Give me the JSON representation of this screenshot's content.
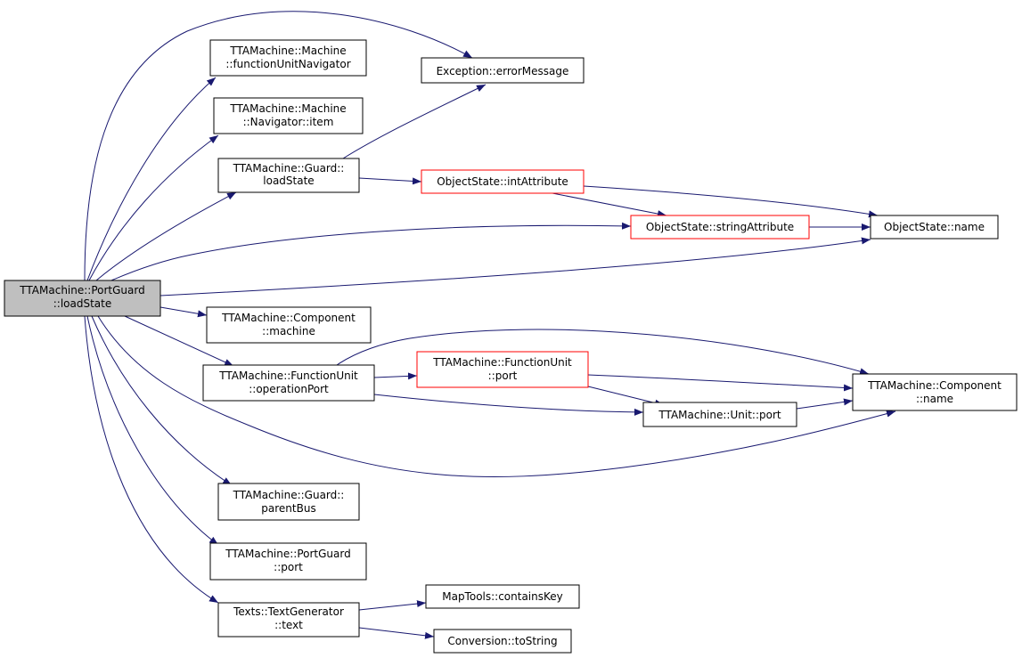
{
  "colors": {
    "edge": "#191970",
    "node_border": "#000000",
    "node_border_incomplete": "#ff0000",
    "root_fill": "#bfbfbf",
    "node_fill": "#ffffff"
  },
  "nodes": {
    "root": {
      "lines": [
        "TTAMachine::PortGuard",
        "::loadState"
      ]
    },
    "fu_navigator": {
      "lines": [
        "TTAMachine::Machine",
        "::functionUnitNavigator"
      ]
    },
    "navigator_item": {
      "lines": [
        "TTAMachine::Machine",
        "::Navigator::item"
      ]
    },
    "guard_loadstate": {
      "lines": [
        "TTAMachine::Guard::",
        "loadState"
      ]
    },
    "exception_errormessage": {
      "lines": [
        "Exception::errorMessage"
      ]
    },
    "objectstate_intattribute": {
      "lines": [
        "ObjectState::intAttribute"
      ]
    },
    "objectstate_stringattribute": {
      "lines": [
        "ObjectState::stringAttribute"
      ]
    },
    "objectstate_name": {
      "lines": [
        "ObjectState::name"
      ]
    },
    "component_machine": {
      "lines": [
        "TTAMachine::Component",
        "::machine"
      ]
    },
    "functionunit_operationport": {
      "lines": [
        "TTAMachine::FunctionUnit",
        "::operationPort"
      ]
    },
    "functionunit_port": {
      "lines": [
        "TTAMachine::FunctionUnit",
        "::port"
      ]
    },
    "unit_port": {
      "lines": [
        "TTAMachine::Unit::port"
      ]
    },
    "component_name": {
      "lines": [
        "TTAMachine::Component",
        "::name"
      ]
    },
    "guard_parentbus": {
      "lines": [
        "TTAMachine::Guard::",
        "parentBus"
      ]
    },
    "portguard_port": {
      "lines": [
        "TTAMachine::PortGuard",
        "::port"
      ]
    },
    "textgenerator_text": {
      "lines": [
        "Texts::TextGenerator",
        "::text"
      ]
    },
    "maptools_containskey": {
      "lines": [
        "MapTools::containsKey"
      ]
    },
    "conversion_tostring": {
      "lines": [
        "Conversion::toString"
      ]
    }
  },
  "edges": [
    [
      "root",
      "exception_errormessage"
    ],
    [
      "root",
      "fu_navigator"
    ],
    [
      "root",
      "navigator_item"
    ],
    [
      "root",
      "guard_loadstate"
    ],
    [
      "root",
      "objectstate_stringattribute"
    ],
    [
      "root",
      "objectstate_name"
    ],
    [
      "root",
      "component_machine"
    ],
    [
      "root",
      "functionunit_operationport"
    ],
    [
      "root",
      "component_name"
    ],
    [
      "root",
      "guard_parentbus"
    ],
    [
      "root",
      "portguard_port"
    ],
    [
      "root",
      "textgenerator_text"
    ],
    [
      "guard_loadstate",
      "exception_errormessage"
    ],
    [
      "guard_loadstate",
      "objectstate_intattribute"
    ],
    [
      "objectstate_intattribute",
      "objectstate_name"
    ],
    [
      "objectstate_intattribute",
      "objectstate_stringattribute"
    ],
    [
      "objectstate_stringattribute",
      "objectstate_name"
    ],
    [
      "functionunit_operationport",
      "component_name"
    ],
    [
      "functionunit_operationport",
      "functionunit_port"
    ],
    [
      "functionunit_operationport",
      "unit_port"
    ],
    [
      "functionunit_port",
      "component_name"
    ],
    [
      "functionunit_port",
      "unit_port"
    ],
    [
      "unit_port",
      "component_name"
    ],
    [
      "textgenerator_text",
      "maptools_containskey"
    ],
    [
      "textgenerator_text",
      "conversion_tostring"
    ]
  ]
}
